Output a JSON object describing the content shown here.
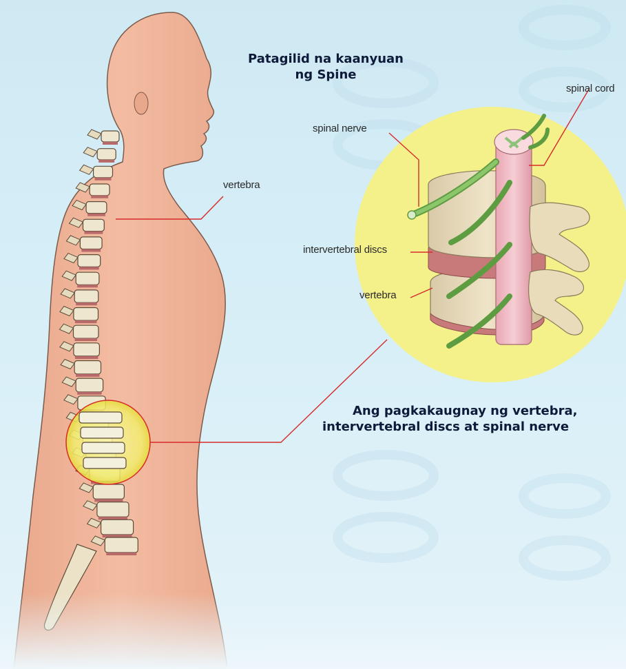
{
  "diagram": {
    "title_side_view_line1": "Patagilid  na kaanyuan",
    "title_side_view_line2": "ng Spine",
    "caption_line1": "Ang pagkakaugnay  ng  vertebra,",
    "caption_line2": "intervertebral discs at spinal nerve",
    "labels": {
      "vertebra_body": "vertebra",
      "spinal_cord": "spinal cord",
      "spinal_nerve": "spinal nerve",
      "intervertebral_discs": "intervertebral discs",
      "vertebra_detail": "vertebra"
    }
  },
  "colors": {
    "background": "#d6eef7",
    "skin": "#f0b59a",
    "bone": "#efe6cf",
    "disc": "#b86a6a",
    "nerve": "#6fae4e",
    "spinal_cord": "#f2bcc6",
    "highlight_circle": "#f4f08a",
    "leader_line": "#d62a2a"
  }
}
